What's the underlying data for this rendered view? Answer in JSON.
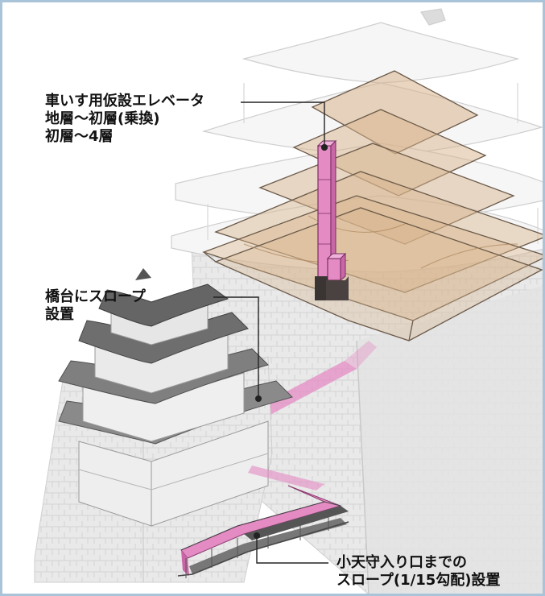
{
  "annotations": {
    "elevator": {
      "lines": [
        "車いす用仮設エレベータ",
        "地層～初層(乗換)",
        "初層～4層"
      ]
    },
    "bridge_ramp": {
      "lines": [
        "橋台にスロープ",
        "設置"
      ]
    },
    "entrance_ramp": {
      "lines": [
        "小天守入り口までの",
        "スロープ(1/15勾配)設置"
      ]
    }
  },
  "colors": {
    "frame_border": "#a9c4d8",
    "accessible_route": "#e48bc4",
    "floor_plate": "#d8b48c",
    "elevator_base": "#3a3432",
    "leader_line": "#222222"
  }
}
